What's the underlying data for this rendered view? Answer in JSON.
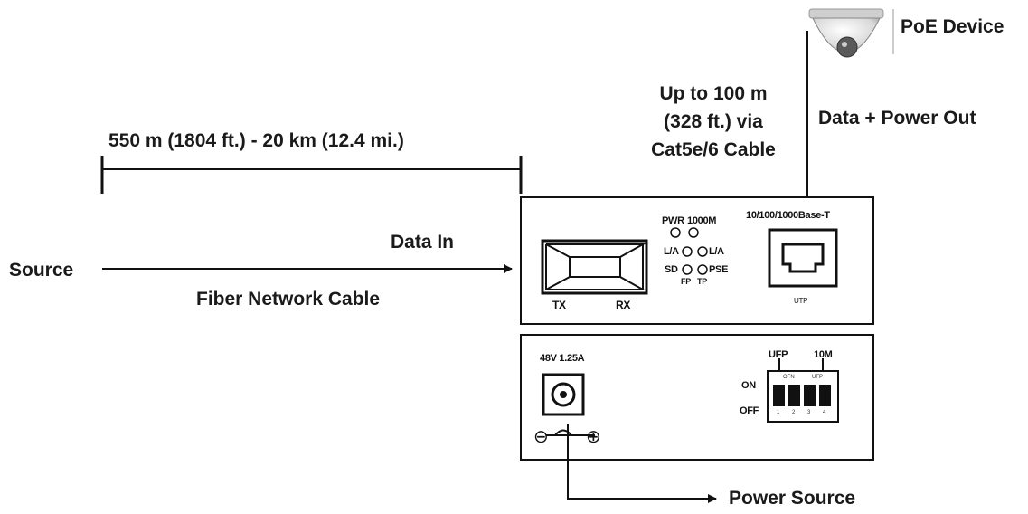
{
  "labels": {
    "poe_device": "PoE Device",
    "copper_distance_lines": [
      "Up to 100 m",
      "(328 ft.) via",
      "Cat5e/6 Cable"
    ],
    "data_power_out": "Data + Power Out",
    "fiber_distance": "550 m (1804 ft.) - 20 km (12.4 mi.)",
    "data_in": "Data In",
    "source": "Source",
    "fiber_cable": "Fiber Network Cable",
    "power_source": "Power Source"
  },
  "front_panel": {
    "port_label": "10/100/1000Base-T",
    "led_pwr": "PWR",
    "led_1000m": "1000M",
    "led_la_left": "L/A",
    "led_la_right": "L/A",
    "led_sd": "SD",
    "led_pse": "PSE",
    "led_fp": "FP",
    "led_tp": "TP",
    "tx": "TX",
    "rx": "RX",
    "utp": "UTP"
  },
  "rear_panel": {
    "power_rating": "48V 1.25A",
    "dip_ufp": "UFP",
    "dip_10m": "10M",
    "dip_on": "ON",
    "dip_off": "OFF",
    "dip_top_left": "OFN",
    "dip_top_right": "UFP",
    "dip_numbers": [
      "1",
      "2",
      "3",
      "4"
    ],
    "minus": "⊖",
    "plus": "⊕"
  },
  "colors": {
    "ink": "#1a1a1a",
    "line": "#111111"
  }
}
